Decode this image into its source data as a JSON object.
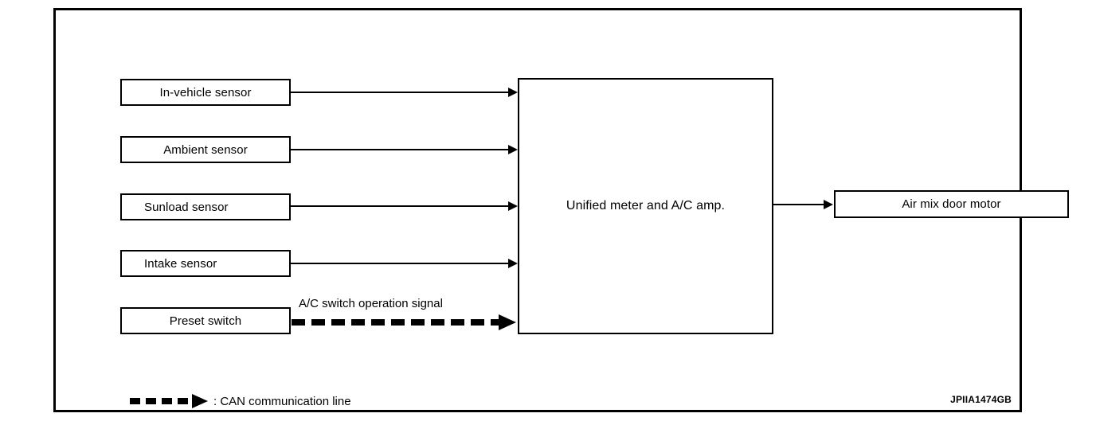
{
  "figure": {
    "code": "JPIIA1474GB",
    "background_color": "#ffffff",
    "line_color": "#000000"
  },
  "inputs": [
    {
      "label": "In-vehicle sensor",
      "signal_type": "analog"
    },
    {
      "label": "Ambient sensor",
      "signal_type": "analog"
    },
    {
      "label": "Sunload sensor",
      "signal_type": "analog"
    },
    {
      "label": "Intake sensor",
      "signal_type": "analog"
    },
    {
      "label": "Preset switch",
      "signal_type": "can"
    }
  ],
  "controller": {
    "label": "Unified meter and A/C amp."
  },
  "outputs": [
    {
      "label": "Air mix door motor"
    }
  ],
  "connections": {
    "can_signal_label": "A/C switch operation signal"
  },
  "legend": {
    "text": ": CAN communication line"
  }
}
